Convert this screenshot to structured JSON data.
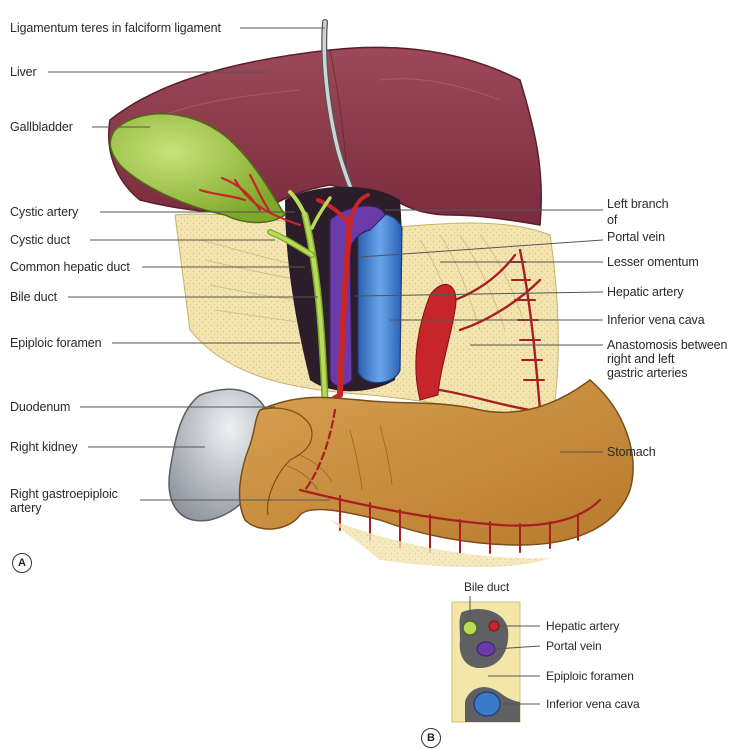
{
  "panel_a": {
    "letter": "A",
    "labels_left": {
      "ligamentum_teres": "Ligamentum teres in falciform ligament",
      "liver": "Liver",
      "gallbladder": "Gallbladder",
      "cystic_artery": "Cystic artery",
      "cystic_duct": "Cystic duct",
      "common_hepatic_duct": "Common hepatic duct",
      "bile_duct": "Bile duct",
      "epiploic_foramen": "Epiploic foramen",
      "duodenum": "Duodenum",
      "right_kidney": "Right kidney",
      "right_gastroepiploic_line1": "Right gastroepiploic",
      "right_gastroepiploic_line2": "artery"
    },
    "labels_right": {
      "left_branch_line1": "Left branch",
      "left_branch_line2": "of",
      "portal_vein": "Portal vein",
      "lesser_omentum": "Lesser omentum",
      "hepatic_artery": "Hepatic artery",
      "inferior_vena_cava": "Inferior vena cava",
      "anastomosis_line1": "Anastomosis between",
      "anastomosis_line2": "right and left",
      "anastomosis_line3": "gastric arteries",
      "stomach": "Stomach"
    }
  },
  "panel_b": {
    "letter": "B",
    "labels": {
      "bile_duct": "Bile duct",
      "hepatic_artery": "Hepatic artery",
      "portal_vein": "Portal vein",
      "epiploic_foramen": "Epiploic foramen",
      "inferior_vena_cava": "Inferior vena cava"
    }
  },
  "colors": {
    "liver": "#8e3a4b",
    "gallbladder": "#9cc43a",
    "omentum": "#f0dfa6",
    "stomach": "#c98a3a",
    "kidney": "#b8bcc3",
    "artery": "#c8252b",
    "portal_vein": "#6a3aa8",
    "ivc": "#3a78c8",
    "bile_duct": "#9ccc3a"
  }
}
